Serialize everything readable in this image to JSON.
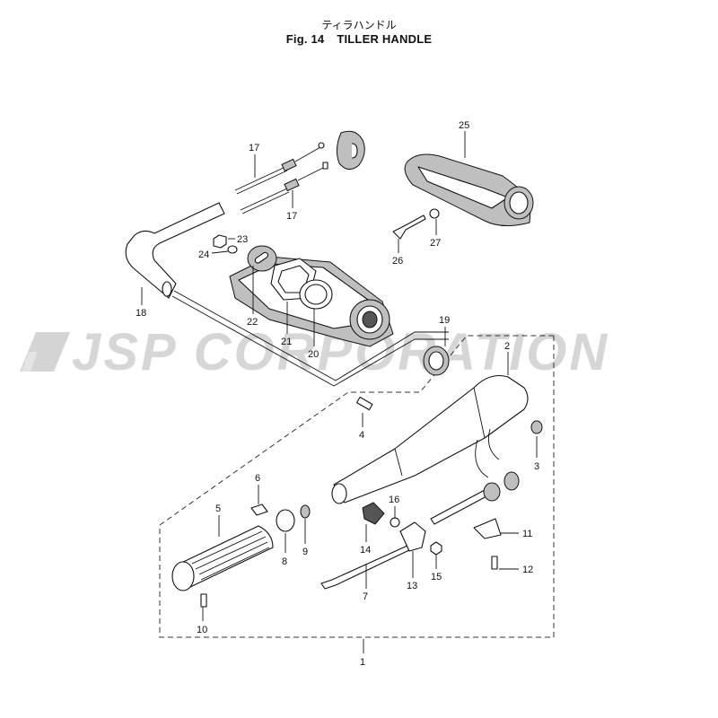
{
  "title": {
    "japanese": "ティラハンドル",
    "figure_number": "Fig. 14",
    "english": "TILLER HANDLE"
  },
  "watermark": "JSP CORPORATION",
  "callouts": [
    "1",
    "2",
    "3",
    "4",
    "5",
    "6",
    "7",
    "8",
    "9",
    "10",
    "11",
    "12",
    "13",
    "14",
    "15",
    "16",
    "17",
    "17",
    "18",
    "19",
    "20",
    "21",
    "22",
    "23",
    "24",
    "25",
    "26",
    "27"
  ]
}
